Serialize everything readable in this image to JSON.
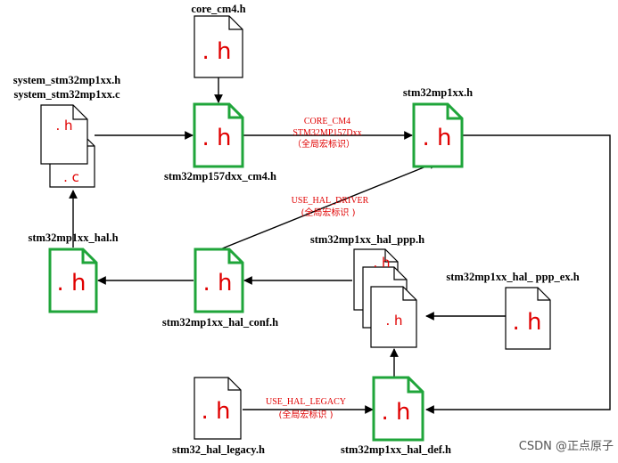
{
  "files": {
    "core_cm4": {
      "name": "core_cm4.h",
      "ext": ". h"
    },
    "system": {
      "name_h": "system_stm32mp1xx.h",
      "name_c": "system_stm32mp1xx.c",
      "ext_h": ". h",
      "ext_c": ". c"
    },
    "cm4_device": {
      "name": "stm32mp157dxx_cm4.h",
      "ext": ". h"
    },
    "stm32mp1xx": {
      "name": "stm32mp1xx.h",
      "ext": ". h"
    },
    "hal": {
      "name": "stm32mp1xx_hal.h",
      "ext": ". h"
    },
    "hal_conf": {
      "name": "stm32mp1xx_hal_conf.h",
      "ext": ". h"
    },
    "hal_ppp": {
      "name": "stm32mp1xx_hal_ppp.h",
      "ext": ". h"
    },
    "hal_ppp_ex": {
      "name": "stm32mp1xx_hal_ ppp_ex.h",
      "ext": ". h"
    },
    "hal_legacy": {
      "name": "stm32_hal_legacy.h",
      "ext": ". h"
    },
    "hal_def": {
      "name": "stm32mp1xx_hal_def.h",
      "ext": ". h"
    }
  },
  "edge_labels": {
    "core_define": {
      "line1": "CORE_CM4",
      "line2": "STM32MP157Dxx",
      "line3": "（全局宏标识）"
    },
    "hal_driver": {
      "line1": "USE_HAL_DRIVER",
      "line2": "(全局宏标识 )"
    },
    "hal_legacy": {
      "line1": "USE_HAL_LEGACY",
      "line2": "(全局宏标识 )"
    }
  },
  "colors": {
    "highlight": "#1fa53a",
    "ext_text": "#e00000",
    "arrow": "#000000"
  },
  "watermark": "CSDN @正点原子"
}
